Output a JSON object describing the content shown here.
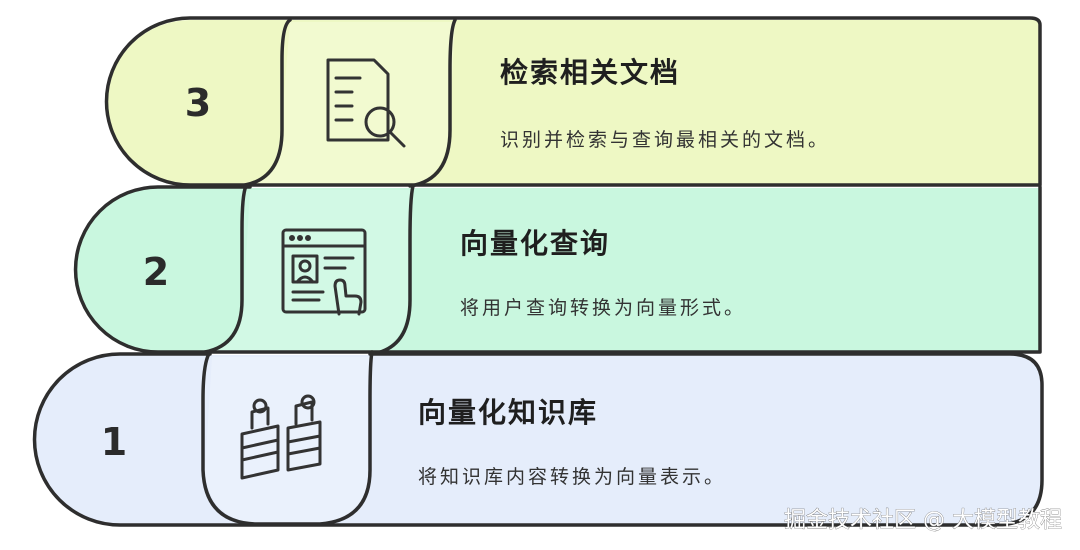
{
  "steps": [
    {
      "number": "3",
      "title": "检索相关文档",
      "description": "识别并检索与查询最相关的文档。",
      "icon": "document-search-icon",
      "color": "#eef8c4"
    },
    {
      "number": "2",
      "title": "向量化查询",
      "description": "将用户查询转换为向量形式。",
      "icon": "web-profile-click-icon",
      "color": "#c9f7df"
    },
    {
      "number": "1",
      "title": "向量化知识库",
      "description": "将知识库内容转换为向量表示。",
      "icon": "data-blocks-icon",
      "color": "#e5edfb"
    }
  ],
  "watermark": "掘金技术社区 @ 大模型教程"
}
